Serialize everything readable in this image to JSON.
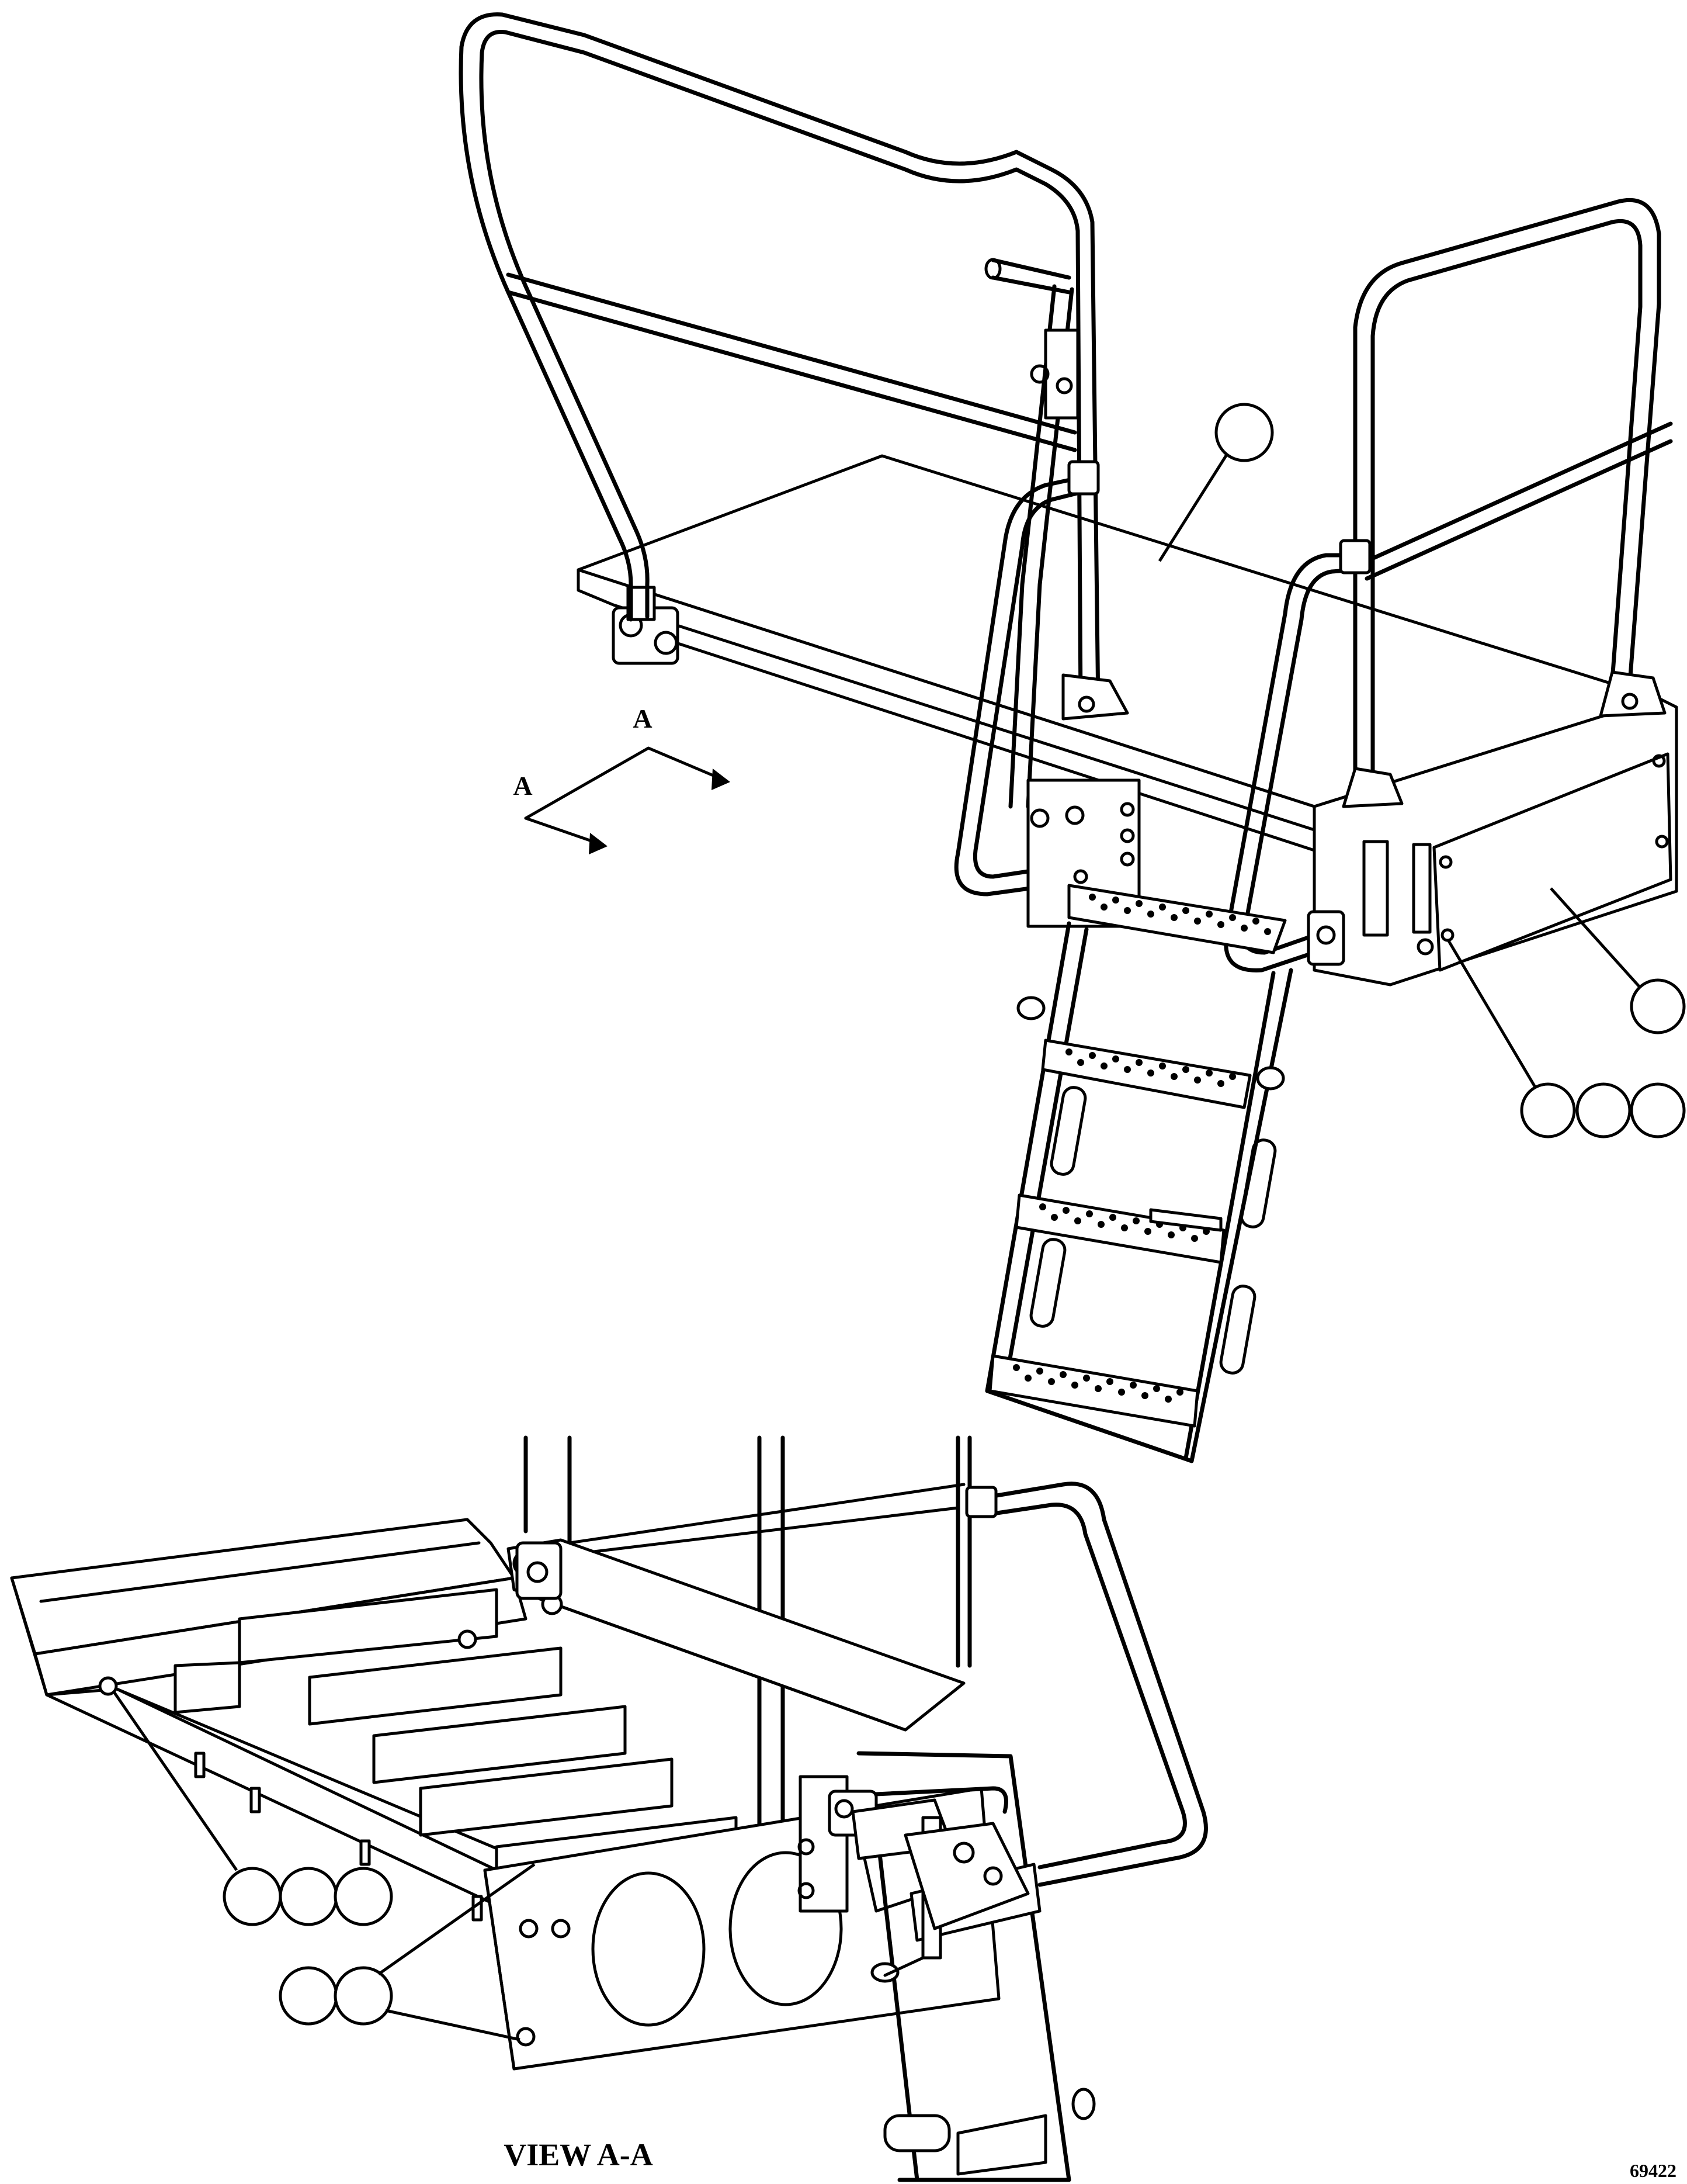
{
  "section_arrow_label_1": "A",
  "section_arrow_label_2": "A",
  "view_title": "VIEW A-A",
  "figure_number": "69422",
  "colors": {
    "line": "#000000",
    "background": "#ffffff"
  }
}
